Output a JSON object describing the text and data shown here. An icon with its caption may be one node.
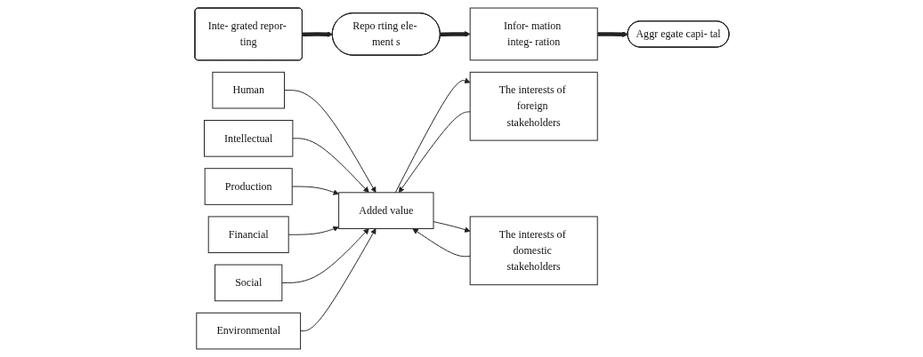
{
  "diagram": {
    "nodes": [
      {
        "text": [
          "Inte- grated repor- ting"
        ]
      },
      {
        "text": [
          "Repo rting ele- ment s"
        ]
      },
      {
        "text": [
          "Infor- mation integ- ration"
        ]
      },
      {
        "text": [
          "Aggr egate capi- tal"
        ]
      },
      {
        "text": [
          "Human"
        ]
      },
      {
        "text": [
          "Intellectual"
        ]
      },
      {
        "text": [
          "Production"
        ]
      },
      {
        "text": [
          "Financial"
        ]
      },
      {
        "text": [
          "Social"
        ]
      },
      {
        "text": [
          "Environmental"
        ]
      },
      {
        "text": [
          "Added value"
        ]
      },
      {
        "text": [
          "The interests of foreign stakeholders"
        ]
      },
      {
        "text": [
          "The interests of domestic stakeholders"
        ]
      }
    ],
    "edges": [
      {
        "from": 0,
        "to": 1,
        "arrow": "to",
        "style": "thick"
      },
      {
        "from": 1,
        "to": 2,
        "arrow": "to",
        "style": "thick"
      },
      {
        "from": 2,
        "to": 3,
        "arrow": "to",
        "style": "thick"
      },
      {
        "from": 4,
        "to": 10,
        "arrow": "to"
      },
      {
        "from": 5,
        "to": 10,
        "arrow": "to"
      },
      {
        "from": 6,
        "to": 10,
        "arrow": "to"
      },
      {
        "from": 7,
        "to": 10,
        "arrow": "to"
      },
      {
        "from": 8,
        "to": 10,
        "arrow": "to"
      },
      {
        "from": 9,
        "to": 10,
        "arrow": "to"
      },
      {
        "from": 11,
        "to": 10,
        "arrow": "to"
      },
      {
        "from": 10,
        "to": 11,
        "arrow": "to"
      },
      {
        "from": 10,
        "to": 12,
        "arrow": "to"
      },
      {
        "from": 12,
        "to": 10,
        "arrow": "to"
      }
    ]
  }
}
